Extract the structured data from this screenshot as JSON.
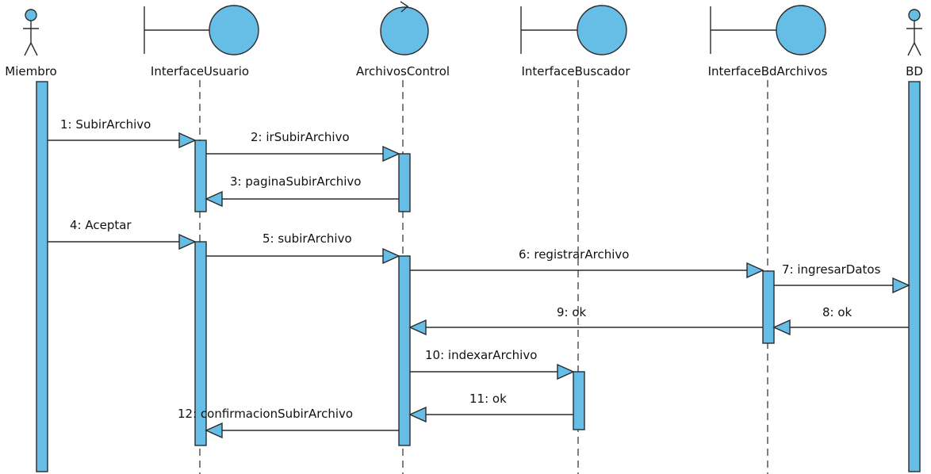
{
  "colors": {
    "fill": "#66bde6",
    "stroke": "#2b2b2b",
    "background": "#ffffff"
  },
  "lifelines": [
    {
      "id": "miembro",
      "name": "Miembro",
      "kind": "actor-icon"
    },
    {
      "id": "interfaceUsuario",
      "name": "InterfaceUsuario",
      "kind": "boundary-icon"
    },
    {
      "id": "archivosControl",
      "name": "ArchivosControl",
      "kind": "control-icon"
    },
    {
      "id": "interfaceBuscador",
      "name": "InterfaceBuscador",
      "kind": "boundary-icon"
    },
    {
      "id": "interfaceBdArchivos",
      "name": "InterfaceBdArchivos",
      "kind": "boundary-icon"
    },
    {
      "id": "bd",
      "name": "BD",
      "kind": "actor-icon"
    }
  ],
  "messages": [
    {
      "number": "1",
      "text": "1: SubirArchivo",
      "from": "miembro",
      "to": "interfaceUsuario",
      "reply": false
    },
    {
      "number": "2",
      "text": "2: irSubirArchivo",
      "from": "interfaceUsuario",
      "to": "archivosControl",
      "reply": false
    },
    {
      "number": "3",
      "text": "3: paginaSubirArchivo",
      "from": "archivosControl",
      "to": "interfaceUsuario",
      "reply": true
    },
    {
      "number": "4",
      "text": "4: Aceptar",
      "from": "miembro",
      "to": "interfaceUsuario",
      "reply": false
    },
    {
      "number": "5",
      "text": "5: subirArchivo",
      "from": "interfaceUsuario",
      "to": "archivosControl",
      "reply": false
    },
    {
      "number": "6",
      "text": "6: registrarArchivo",
      "from": "archivosControl",
      "to": "interfaceBdArchivos",
      "reply": false
    },
    {
      "number": "7",
      "text": "7: ingresarDatos",
      "from": "interfaceBdArchivos",
      "to": "bd",
      "reply": false
    },
    {
      "number": "8",
      "text": "8: ok",
      "from": "bd",
      "to": "interfaceBdArchivos",
      "reply": true
    },
    {
      "number": "9",
      "text": "9: ok",
      "from": "interfaceBdArchivos",
      "to": "archivosControl",
      "reply": true
    },
    {
      "number": "10",
      "text": "10: indexarArchivo",
      "from": "archivosControl",
      "to": "interfaceBuscador",
      "reply": false
    },
    {
      "number": "11",
      "text": "11: ok",
      "from": "interfaceBuscador",
      "to": "archivosControl",
      "reply": true
    },
    {
      "number": "12",
      "text": "12: confirmacionSubirArchivo",
      "from": "archivosControl",
      "to": "interfaceUsuario",
      "reply": true
    }
  ]
}
